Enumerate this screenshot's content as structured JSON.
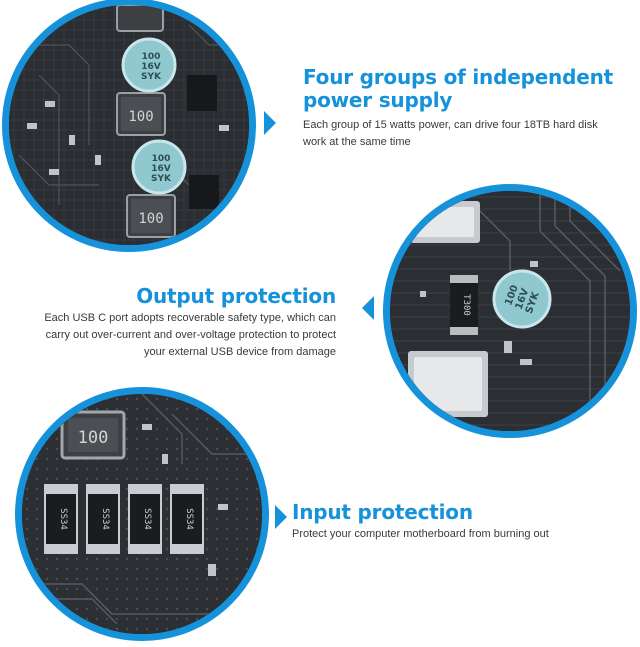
{
  "features": [
    {
      "title": "Four groups of independent power supply",
      "description": "Each group of 15 watts power, can drive four 18TB hard disk work at the same time",
      "photo": "capacitor-inductor-closeup"
    },
    {
      "title": "Output protection",
      "description": "Each USB C port adopts recoverable safety type, which can carry out over-current and over-voltage protection to protect your external USB device from damage",
      "photo": "usb-c-port-fuse-closeup"
    },
    {
      "title": "Input protection",
      "description": "Protect your computer motherboard from burning out",
      "photo": "schottky-diode-closeup"
    }
  ],
  "component_markings": {
    "inductor": "100",
    "capacitor": [
      "100",
      "16V",
      "SYK"
    ],
    "fuse": "T300",
    "diode": "SS34"
  },
  "colors": {
    "accent": "#1592d9",
    "text": "#3a3a3a",
    "background": "#ffffff",
    "pcb": "#2a2d31"
  }
}
